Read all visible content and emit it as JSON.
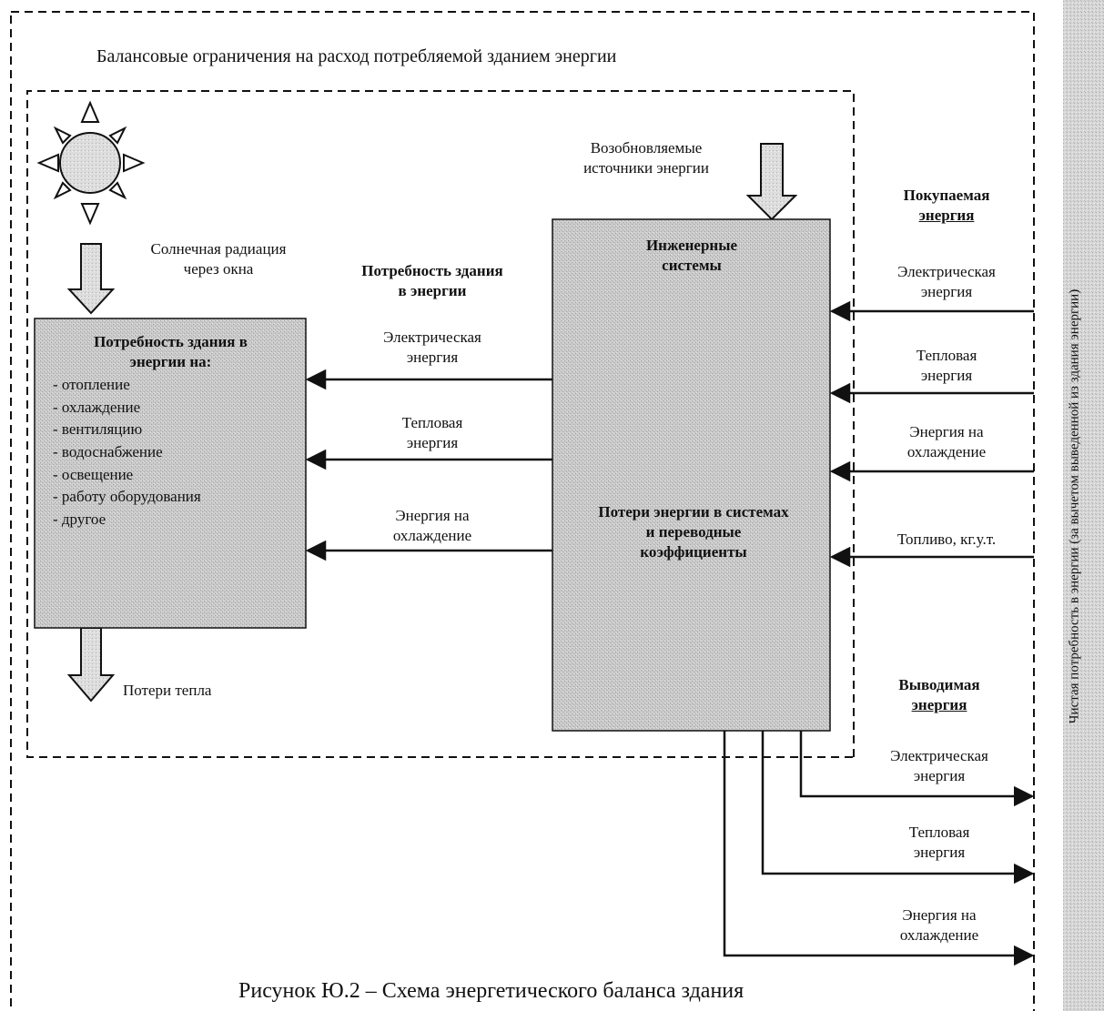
{
  "outer_title": "Балансовые ограничения на расход потребляемой зданием энергии",
  "renewable": {
    "line1": "Возобновляемые",
    "line2": "источники энергии"
  },
  "solar": {
    "line1": "Солнечная радиация",
    "line2": "через окна"
  },
  "building_demand_box": {
    "title_line1": "Потребность здания в",
    "title_line2": "энергии на:",
    "items": [
      "- отопление",
      "- охлаждение",
      "- вентиляцию",
      "- водоснабжение",
      "- освещение",
      "- работу оборудования",
      "- другое"
    ]
  },
  "heat_loss": "Потери тепла",
  "middle_header": {
    "line1": "Потребность здания",
    "line2": "в энергии"
  },
  "left_flows": [
    {
      "line1": "Электрическая",
      "line2": "энергия"
    },
    {
      "line1": "Тепловая",
      "line2": "энергия"
    },
    {
      "line1": "Энергия на",
      "line2": "охлаждение"
    }
  ],
  "systems_box": {
    "title_line1": "Инженерные",
    "title_line2": "системы",
    "loss_line1": "Потери энергии в системах",
    "loss_line2": "и переводные",
    "loss_line3": "коэффициенты"
  },
  "purchased": {
    "header_line1": "Покупаемая",
    "header_line2": "энергия",
    "flows": [
      {
        "line1": "Электрическая",
        "line2": "энергия"
      },
      {
        "line1": "Тепловая",
        "line2": "энергия"
      },
      {
        "line1": "Энергия на",
        "line2": "охлаждение"
      },
      {
        "line1": "Топливо, кг.у.т.",
        "line2": ""
      }
    ]
  },
  "exported": {
    "header_line1": "Выводимая",
    "header_line2": "энергия",
    "flows": [
      {
        "line1": "Электрическая",
        "line2": "энергия"
      },
      {
        "line1": "Тепловая",
        "line2": "энергия"
      },
      {
        "line1": "Энергия на",
        "line2": "охлаждение"
      }
    ]
  },
  "side_label": "Чистая потребность в энергии (за вычетом выведенной из здания энергии)",
  "caption": "Рисунок Ю.2 – Схема энергетического баланса здания"
}
